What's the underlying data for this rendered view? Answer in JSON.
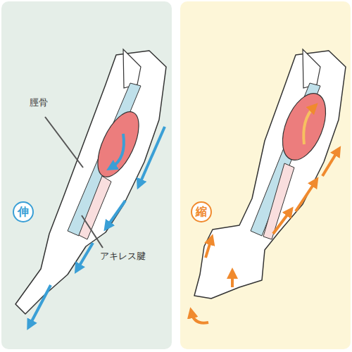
{
  "diagram": {
    "nodes": [
      {
        "text": [
          "伸"
        ]
      },
      {
        "text": [
          "縮"
        ]
      }
    ],
    "labels": [
      "脛骨",
      "アキレス腱"
    ]
  }
}
